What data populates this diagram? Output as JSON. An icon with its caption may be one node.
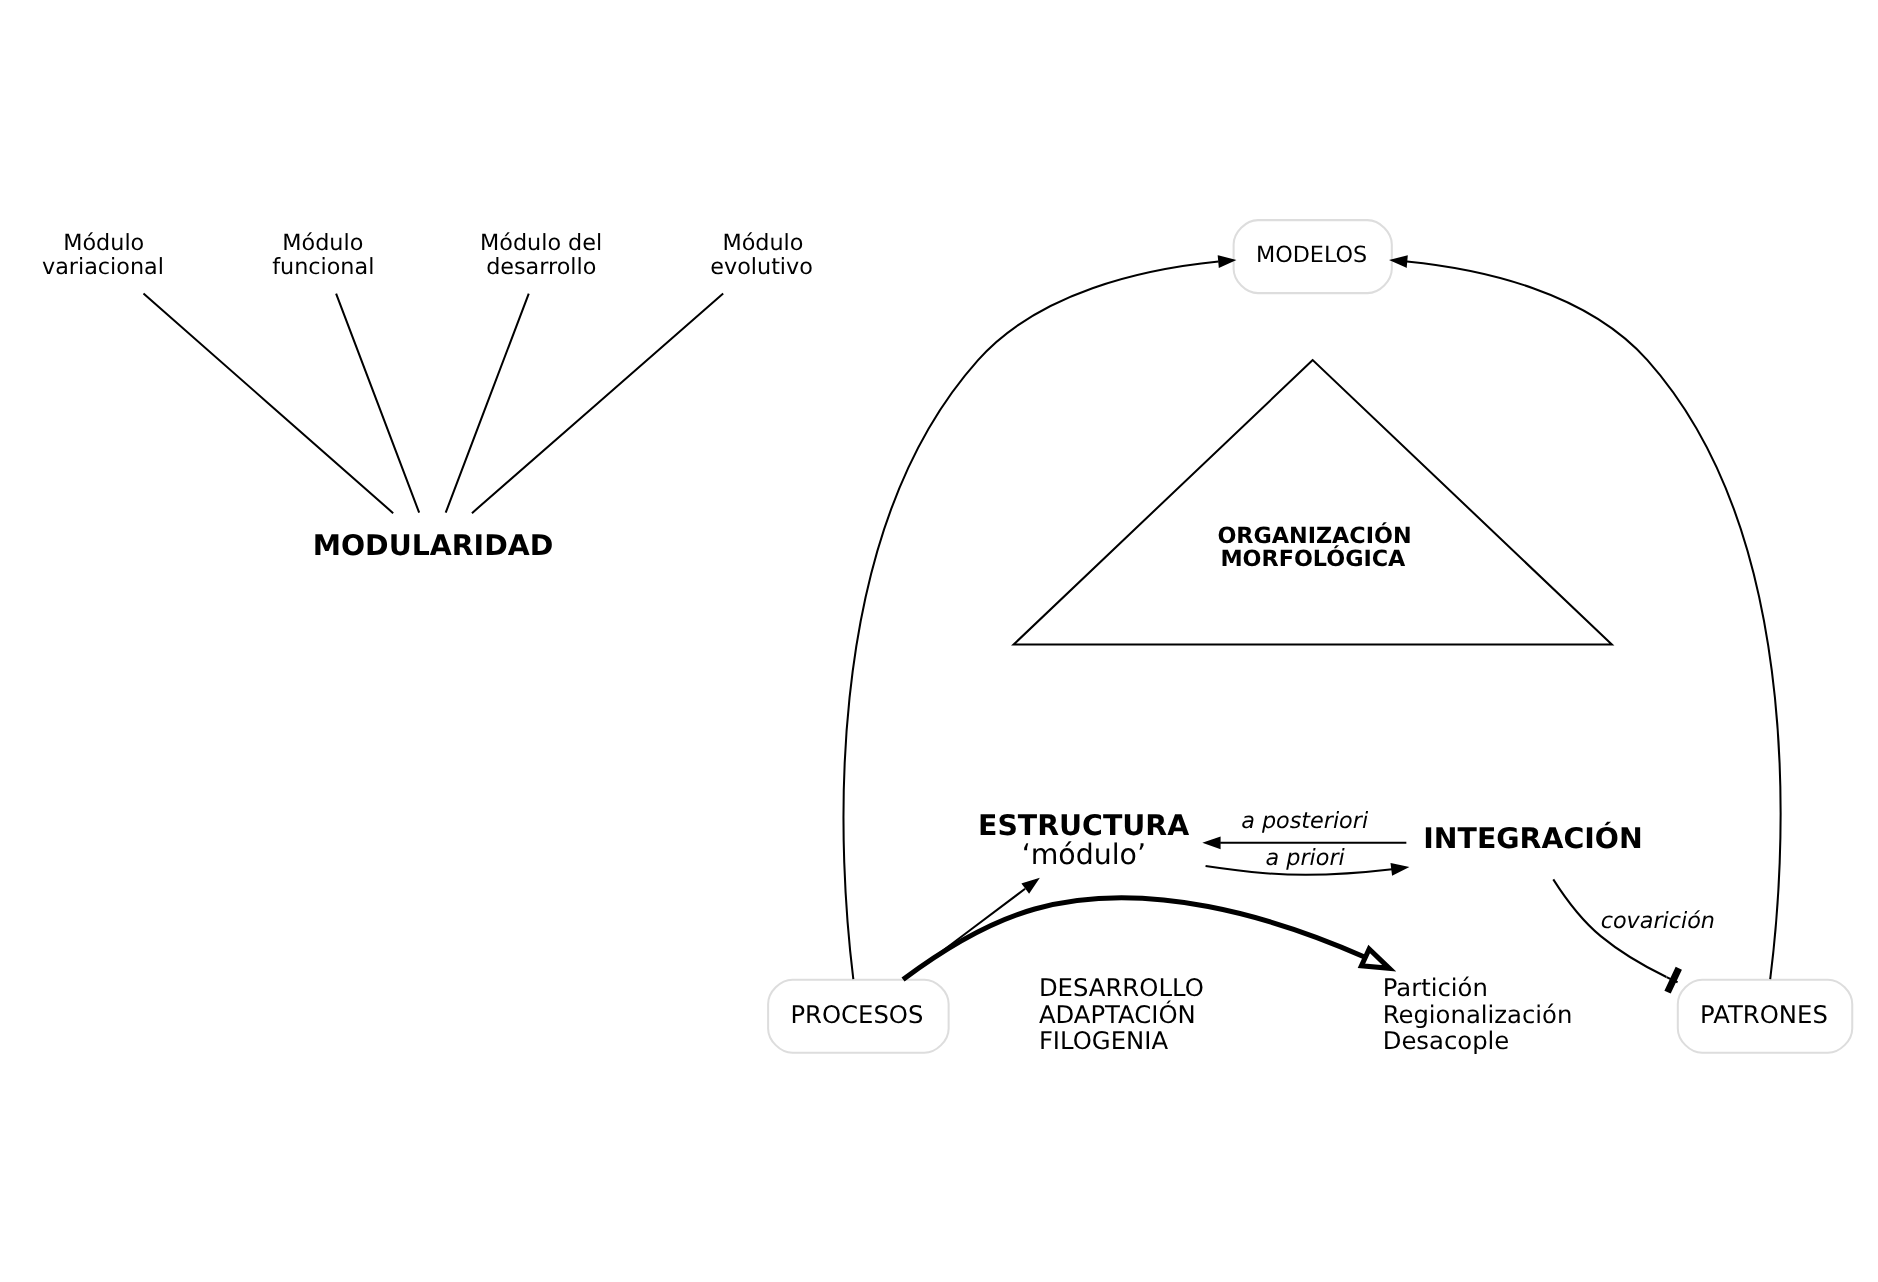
{
  "diagram": {
    "nodes": [
      {
        "text": [
          "Módulo variacional"
        ]
      },
      {
        "text": [
          "Módulo funcional"
        ]
      },
      {
        "text": [
          "Módulo del desarrollo"
        ]
      },
      {
        "text": [
          "Módulo evolutivo"
        ]
      },
      {
        "text": [
          "MODULARIDAD"
        ]
      },
      {
        "text": [
          "MODELOS"
        ]
      },
      {
        "text": [
          "PROCESOS"
        ]
      },
      {
        "text": [
          "PATRONES"
        ]
      },
      {
        "text": [
          "ORGANIZACIÓN MORFOLÓGICA"
        ]
      },
      {
        "text": [
          "ESTRUCTURA",
          "‘módulo’"
        ]
      },
      {
        "text": [
          "INTEGRACIÓN"
        ]
      },
      {
        "text": [
          "Partición Regionalización Desacople"
        ]
      }
    ],
    "edges": [
      {
        "from": 0,
        "to": 4,
        "arrow": "none"
      },
      {
        "from": 1,
        "to": 4,
        "arrow": "none"
      },
      {
        "from": 2,
        "to": 4,
        "arrow": "none"
      },
      {
        "from": 3,
        "to": 4,
        "arrow": "none"
      },
      {
        "from": 6,
        "to": 5,
        "arrow": "to"
      },
      {
        "from": 7,
        "to": 5,
        "arrow": "to"
      },
      {
        "from": 6,
        "to": 9,
        "arrow": "to"
      },
      {
        "from": 6,
        "to": 11,
        "arrow": "to",
        "style": "thick"
      },
      {
        "from": 10,
        "to": 7,
        "arrow": "other",
        "label": "covarición"
      },
      {
        "from": 9,
        "to": 10,
        "arrow": "to",
        "label": "a priori"
      },
      {
        "from": 10,
        "to": 9,
        "arrow": "to",
        "label": "a posteriori"
      }
    ],
    "labels": [
      "DESARROLLO ADAPTACIÓN FILOGENIA"
    ]
  }
}
